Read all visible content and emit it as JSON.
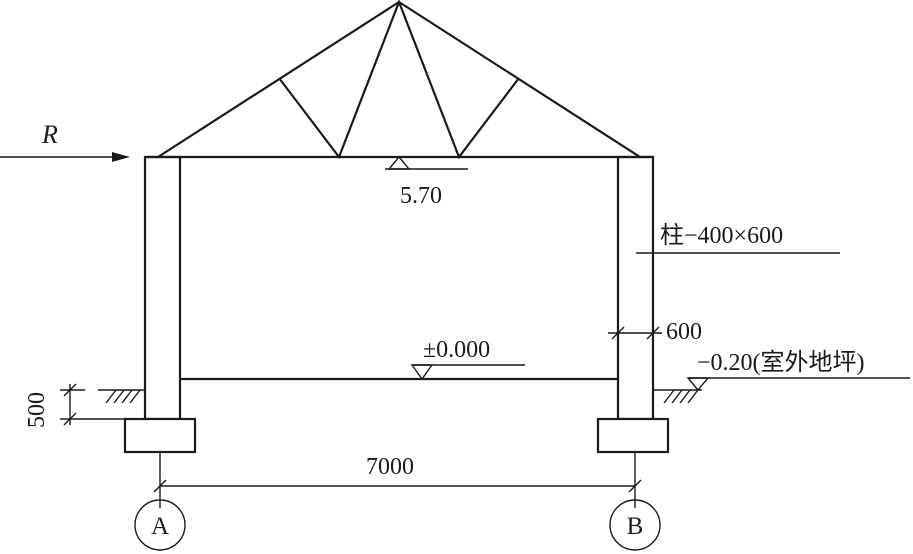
{
  "force_label": "R",
  "elevations": {
    "roof_truss_bottom": "5.70",
    "ground_floor": "±0.000",
    "outdoor_grade": "−0.20(室外地坪)"
  },
  "column_spec": "柱−400×600",
  "dimensions": {
    "column_depth": "600",
    "foundation_depth": "500",
    "span": "7000"
  },
  "axes": [
    "A",
    "B"
  ]
}
